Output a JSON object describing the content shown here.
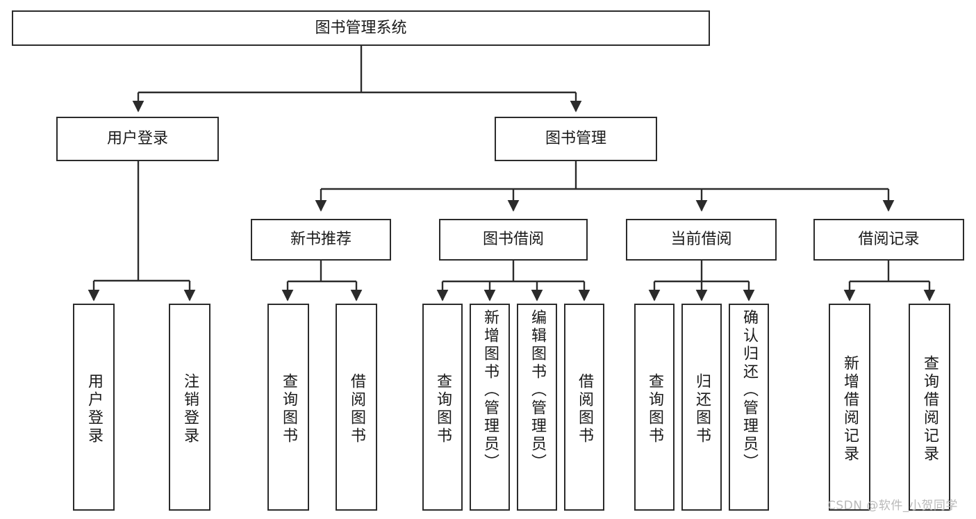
{
  "diagram": {
    "title": "图书管理系统",
    "root": {
      "label": "图书管理系统"
    },
    "level2": [
      {
        "label": "用户登录"
      },
      {
        "label": "图书管理"
      }
    ],
    "level3": [
      {
        "label": "新书推荐"
      },
      {
        "label": "图书借阅"
      },
      {
        "label": "当前借阅"
      },
      {
        "label": "借阅记录"
      }
    ],
    "leaves": {
      "user_login": [
        {
          "label": "用户登录"
        },
        {
          "label": "注销登录"
        }
      ],
      "new_book_recommend": [
        {
          "label": "查询图书"
        },
        {
          "label": "借阅图书"
        }
      ],
      "book_borrow": [
        {
          "label": "查询图书"
        },
        {
          "label": "新增图书（管理员）"
        },
        {
          "label": "编辑图书（管理员）"
        },
        {
          "label": "借阅图书"
        }
      ],
      "current_borrow": [
        {
          "label": "查询图书"
        },
        {
          "label": "归还图书"
        },
        {
          "label": "确认归还（管理员）"
        }
      ],
      "borrow_record": [
        {
          "label": "新增借阅记录"
        },
        {
          "label": "查询借阅记录"
        }
      ]
    },
    "watermark": "CSDN @软件_小贺同学",
    "colors": {
      "border": "#2b2b2b",
      "background": "#ffffff",
      "text": "#1a1a1a",
      "watermark": "#b9b9b9"
    }
  }
}
